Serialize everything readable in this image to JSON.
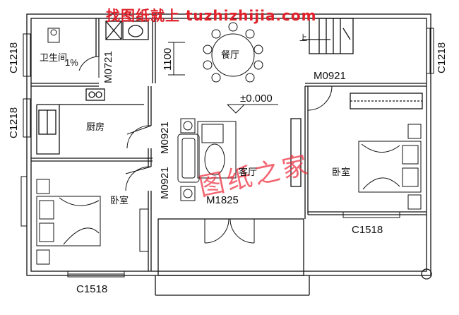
{
  "watermark_top": "找图纸就上 tuzhizhijia.com",
  "watermark_center": "图纸之家",
  "rooms": {
    "bathroom": "卫生间",
    "slope": "1%",
    "dining": "餐厅",
    "kitchen": "厨房",
    "living": "客厅",
    "bedroom_left": "卧室",
    "bedroom_right": "卧室",
    "stair_up": "上"
  },
  "elevation": "±0.000",
  "dimension_1100": "1100",
  "labels": {
    "c1218_a": "C1218",
    "c1218_b": "C1218",
    "c1218_right": "C1218",
    "m0721": "M0721",
    "m0921_top": "M0921",
    "m0921_kitchen": "M0921",
    "m0921_bed": "M0921",
    "m1825": "M1825",
    "c1518_left": "C1518",
    "c1518_right": "C1518"
  },
  "colors": {
    "watermark_red": "#e0202a",
    "wall": "#111111"
  }
}
